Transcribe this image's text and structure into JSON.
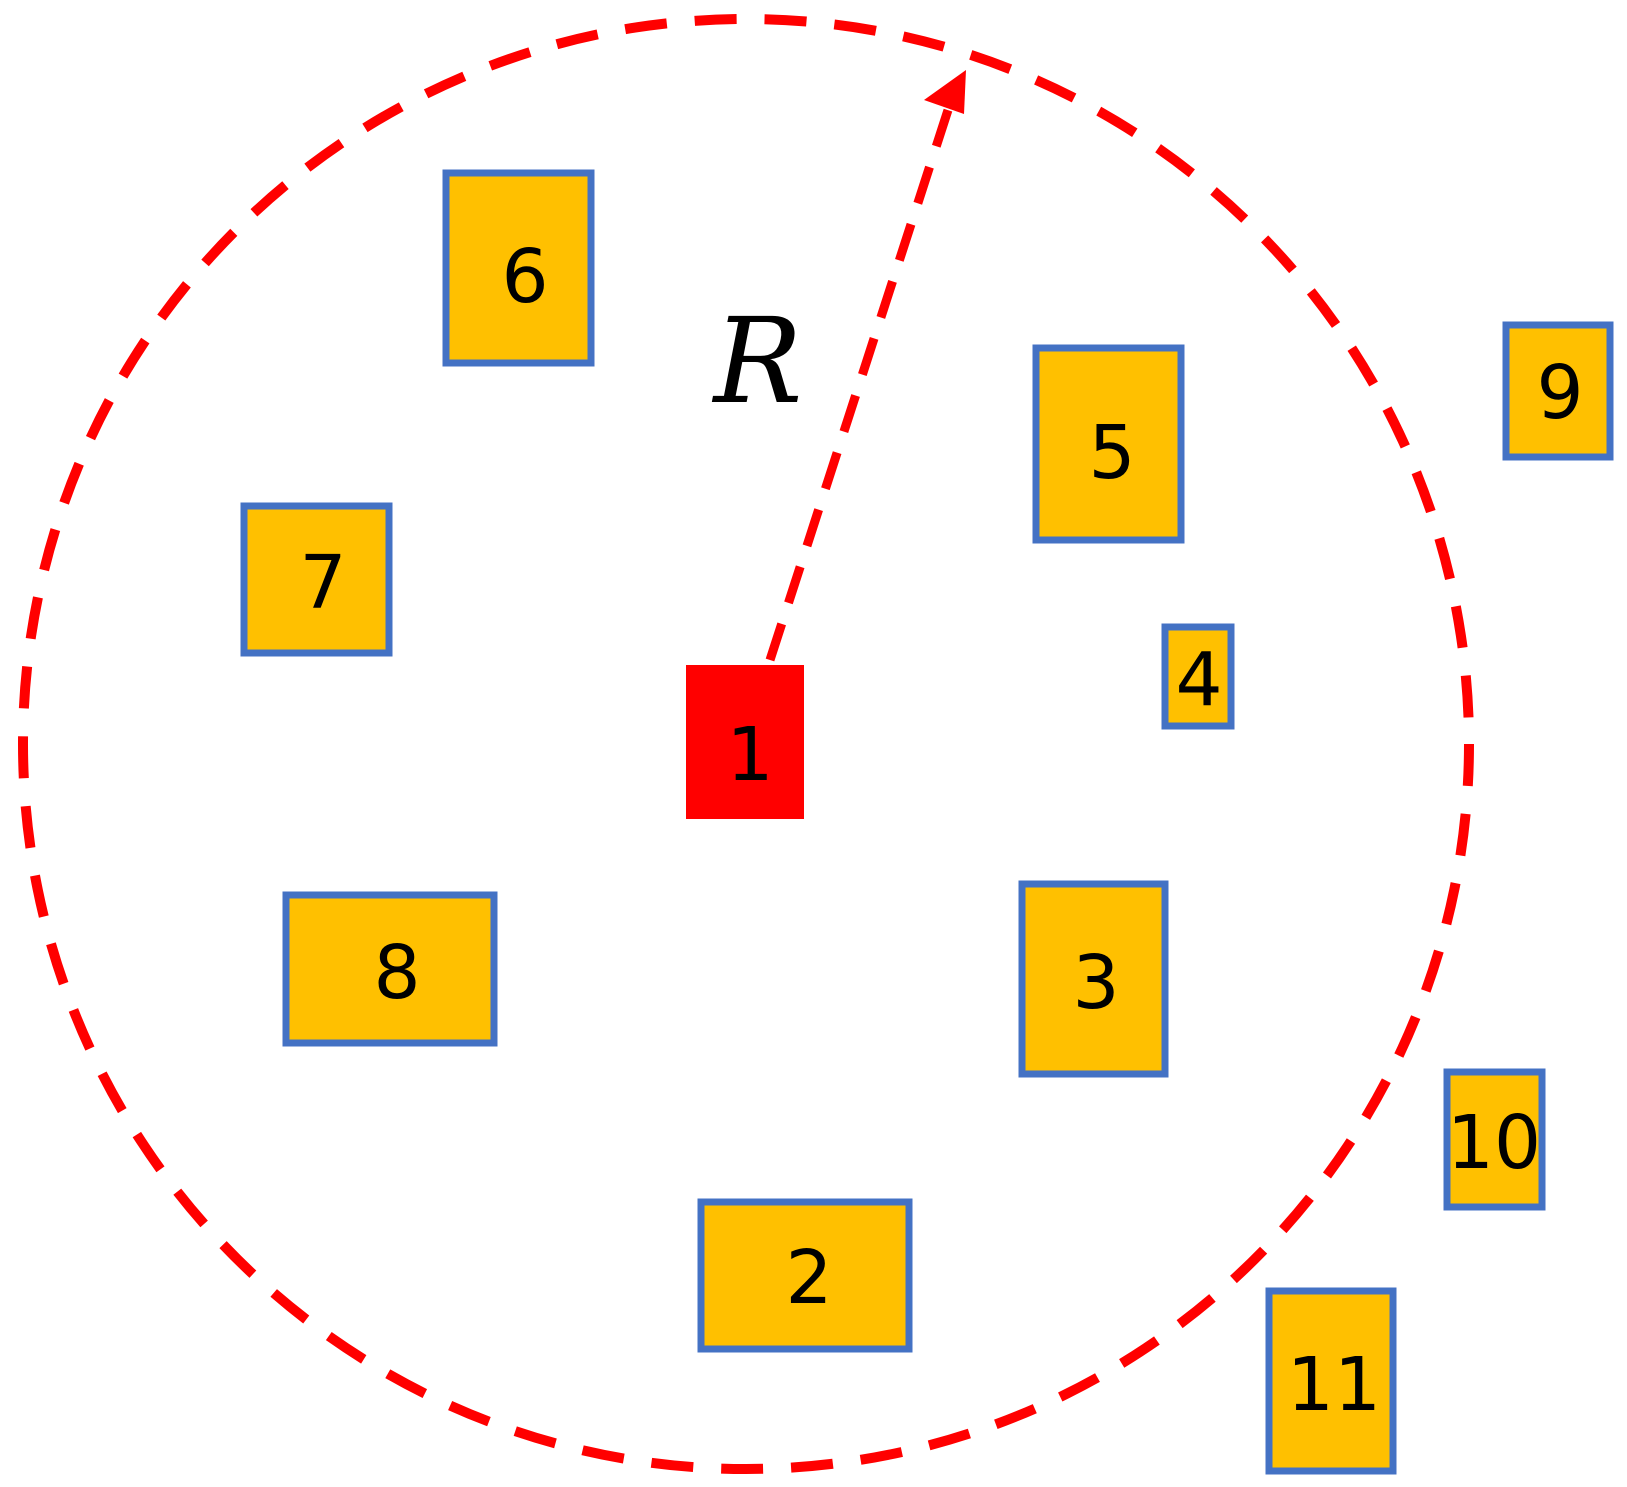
{
  "colors": {
    "circle": "#ff0000",
    "center_fill": "#ff0000",
    "box_fill": "#ffc000",
    "box_stroke": "#4472c4",
    "text": "#000000"
  },
  "radius_label": "R",
  "center_node": {
    "label": "1"
  },
  "nodes": [
    {
      "id": "2",
      "label": "2"
    },
    {
      "id": "3",
      "label": "3"
    },
    {
      "id": "4",
      "label": "4"
    },
    {
      "id": "5",
      "label": "5"
    },
    {
      "id": "6",
      "label": "6"
    },
    {
      "id": "7",
      "label": "7"
    },
    {
      "id": "8",
      "label": "8"
    },
    {
      "id": "9",
      "label": "9"
    },
    {
      "id": "10",
      "label": "10"
    },
    {
      "id": "11",
      "label": "11"
    }
  ]
}
